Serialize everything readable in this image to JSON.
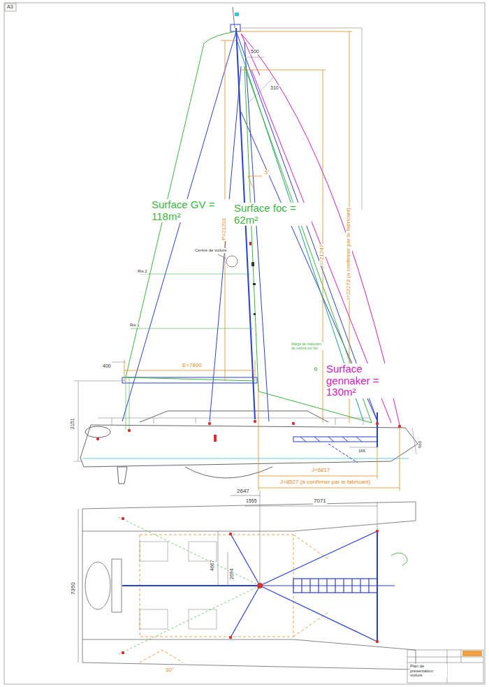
{
  "diagram": {
    "labels": [
      "A3",
      "Surface GV = 118m²",
      "Surface foc = 62m²",
      "Surface gennaker = 130m²",
      "P=21201",
      "E=7800",
      "I=21247",
      "I=22273 (à confirmer par le fabricant)",
      "J=6817",
      "J=8527 (à confirmer par le fabricant)",
      "400",
      "500",
      "310",
      "2151",
      "166",
      "560",
      "Centre de voilure",
      "Ris 2",
      "Ris 1",
      "5°",
      "Marge de réduction de voilure sur foc",
      "2647",
      "1555",
      "7071",
      "4667",
      "2694",
      "7350",
      "30°",
      "Plan de présentation voilure"
    ]
  }
}
